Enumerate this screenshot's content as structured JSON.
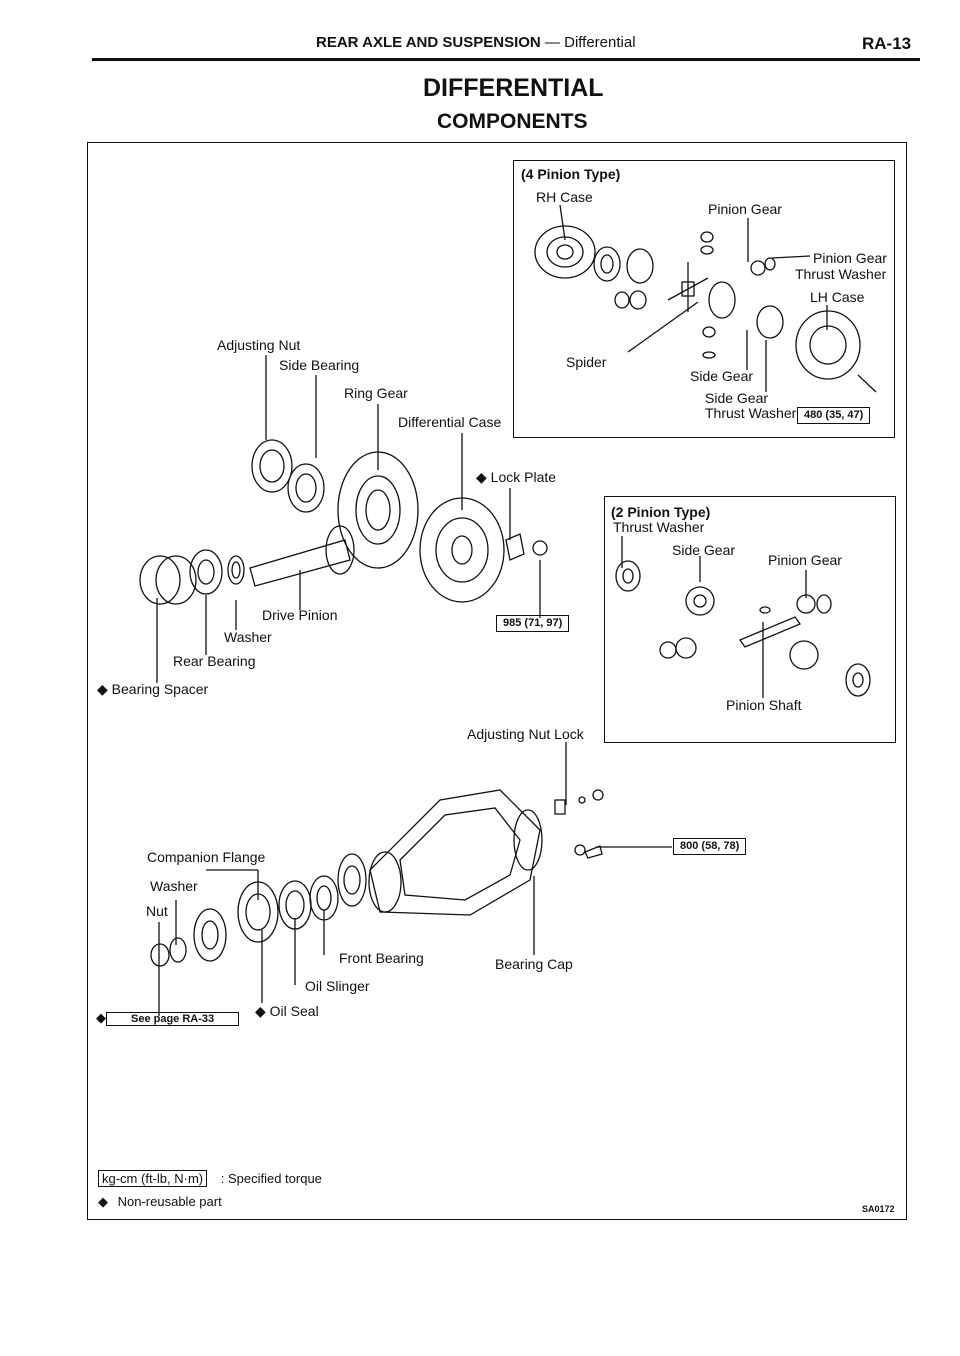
{
  "header": {
    "section": "REAR AXLE AND SUSPENSION",
    "dash": " — ",
    "subsection": "Differential",
    "page": "RA-13"
  },
  "title": "DIFFERENTIAL",
  "subtitle": "COMPONENTS",
  "four_pinion": {
    "title": "(4 Pinion Type)",
    "labels": {
      "rh_case": "RH Case",
      "pinion_gear": "Pinion Gear",
      "pinion_gear_thrust_washer_1": "Pinion Gear",
      "pinion_gear_thrust_washer_2": "Thrust Washer",
      "lh_case": "LH Case",
      "spider": "Spider",
      "side_gear": "Side Gear",
      "side_gear_thrust_washer_1": "Side Gear",
      "side_gear_thrust_washer_2": "Thrust Washer"
    },
    "torque": "480 (35, 47)"
  },
  "two_pinion": {
    "title": "(2 Pinion Type)",
    "labels": {
      "thrust_washer": "Thrust Washer",
      "side_gear": "Side Gear",
      "pinion_gear": "Pinion Gear",
      "pinion_shaft": "Pinion Shaft"
    }
  },
  "main_labels": {
    "adjusting_nut": "Adjusting Nut",
    "side_bearing": "Side Bearing",
    "ring_gear": "Ring Gear",
    "differential_case": "Differential Case",
    "lock_plate": "Lock Plate",
    "drive_pinion": "Drive Pinion",
    "washer": "Washer",
    "rear_bearing": "Rear Bearing",
    "bearing_spacer": "Bearing Spacer",
    "adjusting_nut_lock": "Adjusting Nut Lock",
    "companion_flange": "Companion Flange",
    "washer2": "Washer",
    "nut": "Nut",
    "front_bearing": "Front Bearing",
    "bearing_cap": "Bearing Cap",
    "oil_slinger": "Oil Slinger",
    "oil_seal": "Oil Seal"
  },
  "torques": {
    "lock_plate": "985 (71, 97)",
    "bearing_cap": "800 (58, 78)"
  },
  "see_page": "See page RA-33",
  "legend": {
    "torque_unit": "kg-cm (ft-lb, N·m)",
    "torque_desc": ": Specified torque",
    "nonreusable": "Non-reusable part"
  },
  "figure_code": "SA0172"
}
